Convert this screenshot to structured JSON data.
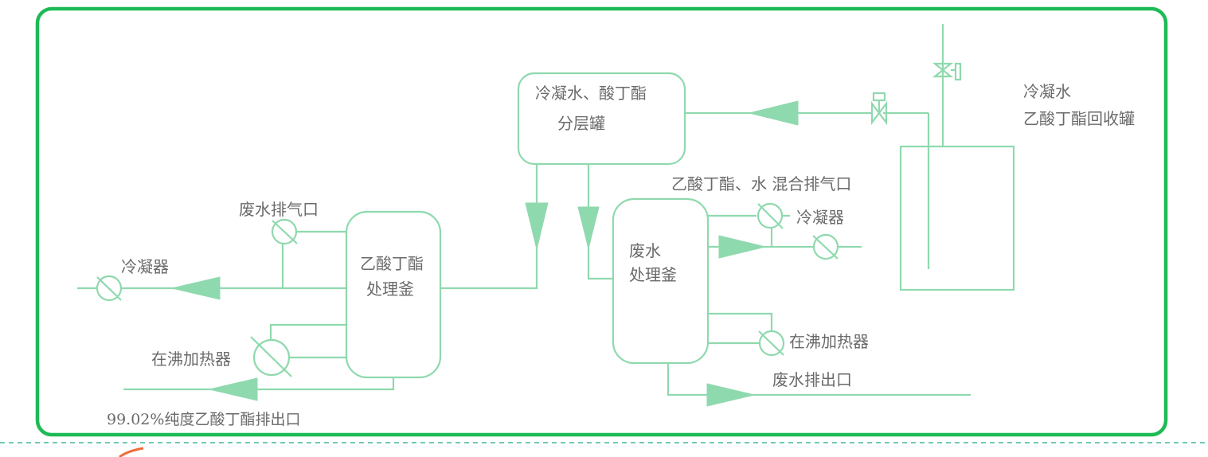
{
  "colors": {
    "frame": "#1dbb55",
    "line": "#8fd9ae",
    "arrow": "#8fd9ae",
    "text": "#6a6a6a",
    "dashed_rule": "#3fb8a0",
    "corner_mark": "#ef6c3a"
  },
  "vessels": {
    "separator": {
      "line1": "冷凝水、酸丁酯",
      "line2": "分层罐"
    },
    "ester_kettle": {
      "line1": "乙酸丁酯",
      "line2": "处理釜"
    },
    "waste_kettle": {
      "line1": "废水",
      "line2": "处理釜"
    }
  },
  "labels": {
    "recovery_tank_line1": "冷凝水",
    "recovery_tank_line2": "乙酸丁酯回收罐",
    "mixed_vent": "乙酸丁酯、水  混合排气口",
    "condenser_right": "冷凝器",
    "waste_gas_vent": "废水排气口",
    "condenser_left": "冷凝器",
    "reboiler_left": "在沸加热器",
    "reboiler_right": "在沸加热器",
    "waste_water_outlet": "废水排出口",
    "product_outlet": "99.02%纯度乙酸丁酯排出口"
  },
  "icons": [
    "gate-valve-icon",
    "control-valve-icon",
    "condenser-icon",
    "heater-icon",
    "flow-arrow-icon"
  ]
}
